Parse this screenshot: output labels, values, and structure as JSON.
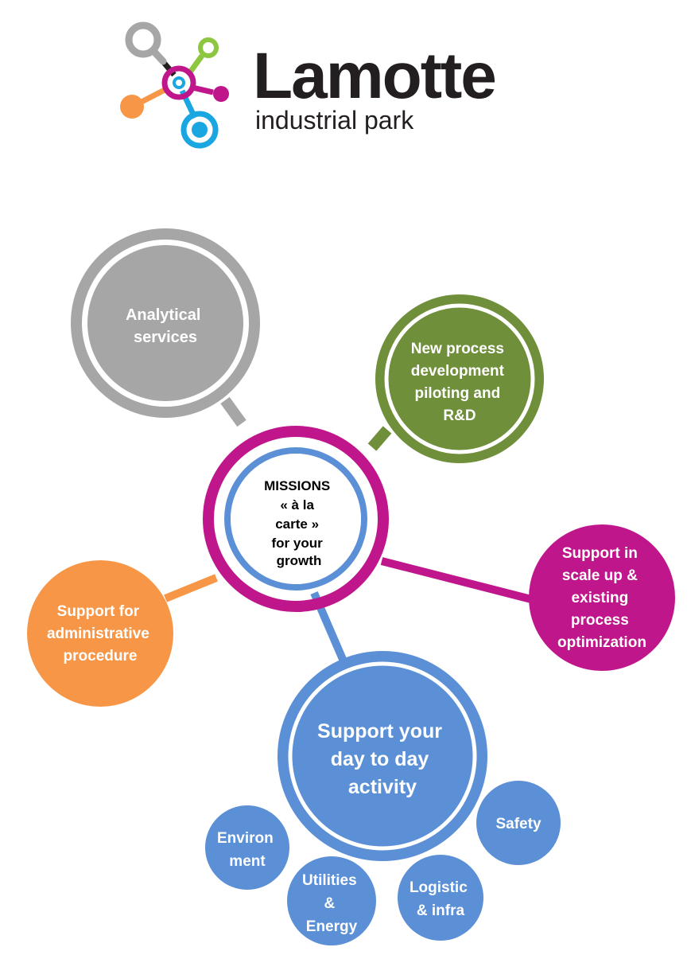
{
  "brand": {
    "name": "Lamotte",
    "subtitle": "industrial park"
  },
  "colors": {
    "gray": "#a6a6a6",
    "green": "#6f8f3a",
    "magenta": "#c0168c",
    "blue": "#5b8fd6",
    "orange": "#f79646",
    "logo_blue": "#1aa6e0",
    "logo_lime": "#8dc63f",
    "logo_dark": "#231f20"
  },
  "center": {
    "lines": [
      "MISSIONS",
      "«  à la",
      "carte »",
      "for your",
      "growth"
    ]
  },
  "nodes": {
    "analytical": [
      "Analytical",
      "services"
    ],
    "rnd": [
      "New process",
      "development",
      "piloting and",
      "R&D"
    ],
    "scaleup": [
      "Support in",
      "scale up &",
      "existing",
      "process",
      "optimization"
    ],
    "admin": [
      "Support  for",
      "administrative",
      "procedure"
    ],
    "daytoday": [
      "Support your",
      "day to day",
      "activity"
    ]
  },
  "subnodes": {
    "environment": [
      "Environ",
      "ment"
    ],
    "utilities": [
      "Utilities",
      "&",
      "Energy"
    ],
    "logistic": [
      "Logistic",
      "& infra"
    ],
    "safety": [
      "Safety"
    ]
  }
}
